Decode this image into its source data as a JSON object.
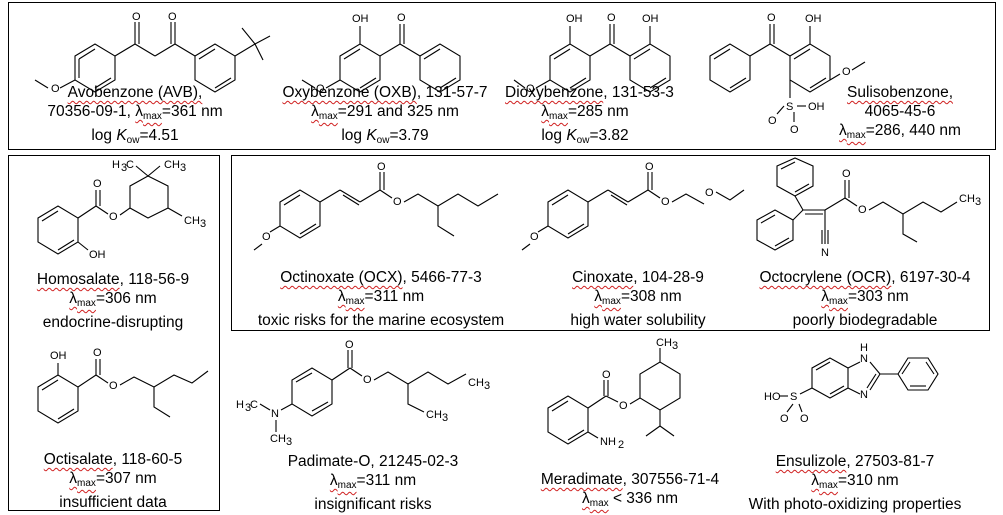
{
  "compounds": [
    {
      "id": "avb",
      "name": "Avobenzone (AVB),",
      "line2_prefix": "70356-09-1, ",
      "lam": "λ",
      "max": "max",
      "lam_value": "=361 nm",
      "logk_prefix": "log ",
      "K": "K",
      "ow": "ow",
      "logk_value": "=4.51"
    },
    {
      "id": "oxb",
      "name": "Oxybenzone (OXB)",
      "cas": ", 131-57-7",
      "lam": "λ",
      "max": "max",
      "lam_value": "=291 and 325 nm",
      "logk_prefix": "log ",
      "K": "K",
      "ow": "ow",
      "logk_value": "=3.79"
    },
    {
      "id": "dioxy",
      "name": "Dioxybenzone",
      "cas": ", 131-53-3",
      "lam": "λ",
      "max": "max",
      "lam_value": "=285 nm",
      "logk_prefix": "log ",
      "K": "K",
      "ow": "ow",
      "logk_value": "=3.82"
    },
    {
      "id": "suliso",
      "name": "Sulisobenzone,",
      "line2": "4065-45-6",
      "lam": "λ",
      "max": "max",
      "lam_value": "=286, 440 nm"
    },
    {
      "id": "homo",
      "name": "Homosalate",
      "cas": ", 118-56-9",
      "lam": "λ",
      "max": "max",
      "lam_value": "=306 nm",
      "note": "endocrine-disrupting"
    },
    {
      "id": "octisal",
      "name": "Octisalate",
      "cas": ", 118-60-5",
      "lam": "λ",
      "max": "max",
      "lam_value": "=307 nm",
      "note": "insufficient data"
    },
    {
      "id": "ocx",
      "name": "Octinoxate (OCX)",
      "cas": ", 5466-77-3",
      "lam": "λ",
      "max": "max",
      "lam_value": "=311 nm",
      "note": "toxic risks for the marine ecosystem"
    },
    {
      "id": "cinox",
      "name": "Cinoxate",
      "cas": ", 104-28-9",
      "lam": "λ",
      "max": "max",
      "lam_value": "=308 nm",
      "note": "high water solubility"
    },
    {
      "id": "ocr",
      "name": "Octocrylene (OCR)",
      "cas": ", 6197-30-4",
      "lam": "λ",
      "max": "max",
      "lam_value": "=303 nm",
      "note": "poorly biodegradable"
    },
    {
      "id": "padi",
      "name": "Padimate-O, 21245-02-3",
      "lam": "λ",
      "max": "max",
      "lam_value": "=311 nm",
      "note": "insignificant risks"
    },
    {
      "id": "mera",
      "name": "Meradimate",
      "cas": ", 307556-71-4",
      "lam": "λ",
      "max": "max",
      "lam_value": " < 336 nm"
    },
    {
      "id": "ensu",
      "name": "Ensulizole",
      "cas": ", 27503-81-7",
      "lam": "λ",
      "max": "max",
      "lam_value": "=310 nm",
      "note": "With photo-oxidizing properties"
    }
  ],
  "atoms": {
    "O": "O",
    "OH": "OH",
    "HO": "HO",
    "S": "S",
    "N": "N",
    "H": "H",
    "CH3": "CH",
    "sub3": "3",
    "H3C": "H",
    "sub3b": "3",
    "C": "C",
    "NH2": "NH",
    "sub2": "2"
  }
}
